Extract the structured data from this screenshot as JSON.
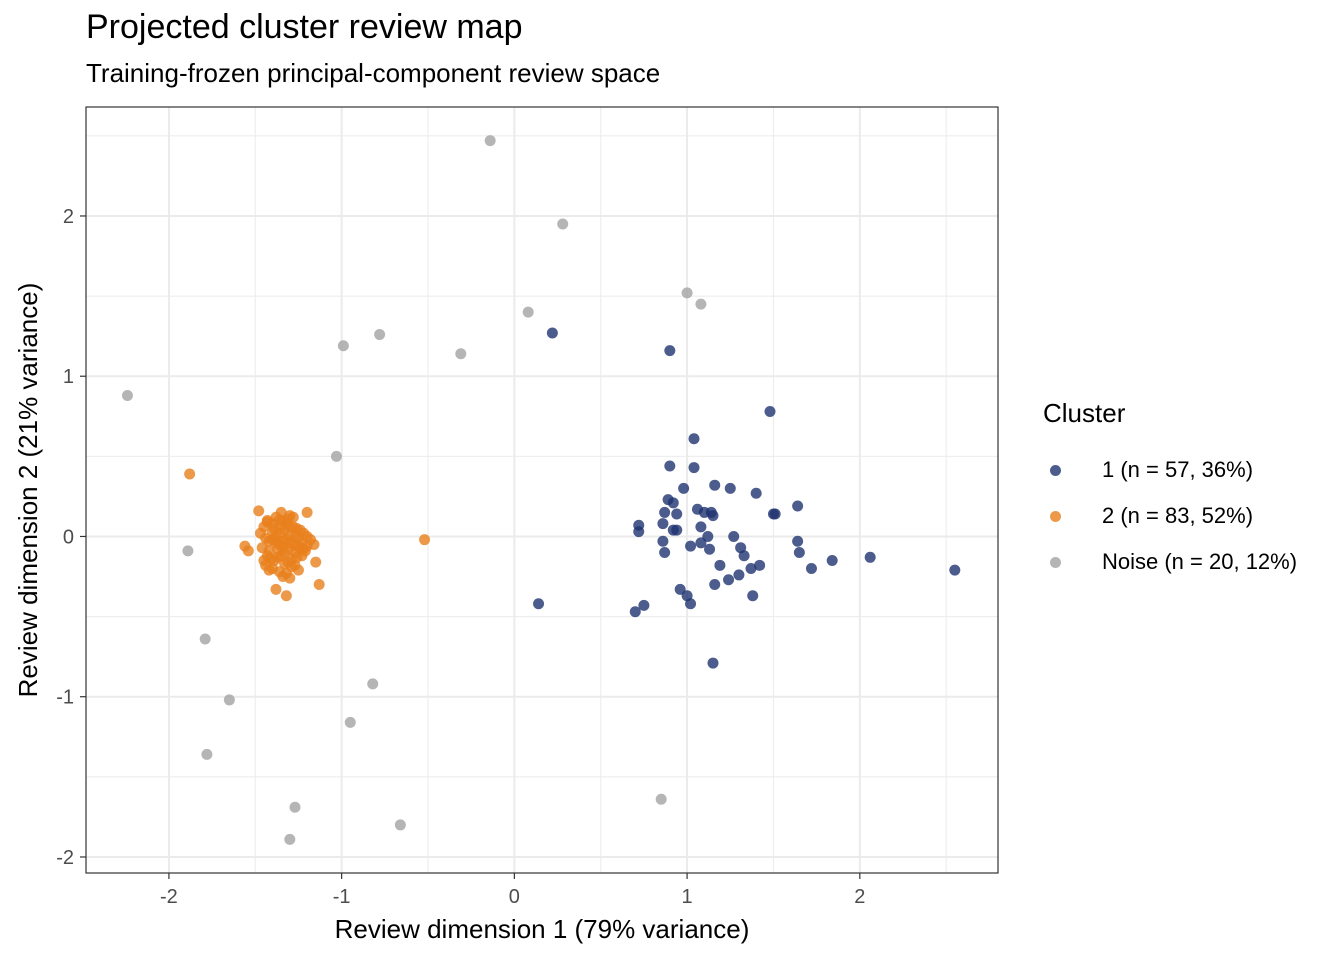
{
  "chart_data": {
    "type": "scatter",
    "title": "Projected cluster review map",
    "subtitle": "Training-frozen principal-component review space",
    "xlabel": "Review dimension 1 (79% variance)",
    "ylabel": "Review dimension 2 (21% variance)",
    "xlim": [
      -2.48,
      2.8
    ],
    "ylim": [
      -2.1,
      2.68
    ],
    "xticks": [
      -2,
      -1,
      0,
      1,
      2
    ],
    "yticks": [
      -2,
      -1,
      0,
      1,
      2
    ],
    "grid": true,
    "legend": {
      "title": "Cluster",
      "position": "right"
    },
    "series": [
      {
        "name": "1 (n = 57, 36%)",
        "color": "#1f3370",
        "points": [
          [
            0.22,
            1.27
          ],
          [
            0.9,
            1.16
          ],
          [
            1.48,
            0.78
          ],
          [
            1.04,
            0.61
          ],
          [
            0.9,
            0.44
          ],
          [
            1.04,
            0.43
          ],
          [
            0.98,
            0.3
          ],
          [
            1.16,
            0.32
          ],
          [
            1.25,
            0.3
          ],
          [
            1.4,
            0.27
          ],
          [
            0.89,
            0.23
          ],
          [
            0.92,
            0.21
          ],
          [
            0.87,
            0.15
          ],
          [
            0.94,
            0.14
          ],
          [
            1.06,
            0.17
          ],
          [
            1.1,
            0.15
          ],
          [
            1.14,
            0.15
          ],
          [
            1.15,
            0.13
          ],
          [
            1.5,
            0.14
          ],
          [
            1.51,
            0.14
          ],
          [
            1.64,
            0.19
          ],
          [
            0.72,
            0.07
          ],
          [
            0.72,
            0.03
          ],
          [
            0.86,
            0.08
          ],
          [
            0.92,
            0.04
          ],
          [
            0.94,
            0.04
          ],
          [
            1.08,
            0.06
          ],
          [
            1.12,
            0.0
          ],
          [
            1.27,
            0.0
          ],
          [
            0.86,
            -0.03
          ],
          [
            0.87,
            -0.1
          ],
          [
            1.02,
            -0.06
          ],
          [
            1.08,
            -0.04
          ],
          [
            1.13,
            -0.08
          ],
          [
            1.31,
            -0.07
          ],
          [
            1.64,
            -0.03
          ],
          [
            1.65,
            -0.1
          ],
          [
            1.33,
            -0.12
          ],
          [
            1.19,
            -0.18
          ],
          [
            1.37,
            -0.2
          ],
          [
            1.42,
            -0.18
          ],
          [
            1.72,
            -0.2
          ],
          [
            1.84,
            -0.15
          ],
          [
            2.06,
            -0.13
          ],
          [
            2.55,
            -0.21
          ],
          [
            1.3,
            -0.24
          ],
          [
            1.24,
            -0.27
          ],
          [
            1.16,
            -0.3
          ],
          [
            0.96,
            -0.33
          ],
          [
            1.0,
            -0.37
          ],
          [
            1.38,
            -0.37
          ],
          [
            1.02,
            -0.42
          ],
          [
            0.14,
            -0.42
          ],
          [
            0.75,
            -0.43
          ],
          [
            0.7,
            -0.47
          ],
          [
            1.15,
            -0.79
          ]
        ]
      },
      {
        "name": "2 (n = 83, 52%)",
        "color": "#e8801d",
        "points": [
          [
            -1.88,
            0.39
          ],
          [
            -0.52,
            -0.02
          ],
          [
            -1.2,
            0.15
          ],
          [
            -1.15,
            -0.16
          ],
          [
            -1.13,
            -0.3
          ],
          [
            -1.32,
            -0.37
          ],
          [
            -1.38,
            -0.33
          ],
          [
            -1.56,
            -0.06
          ],
          [
            -1.54,
            -0.09
          ],
          [
            -1.48,
            0.16
          ],
          [
            -1.35,
            0.15
          ],
          [
            -1.3,
            0.13
          ],
          [
            -1.45,
            0.06
          ],
          [
            -1.43,
            0.09
          ],
          [
            -1.4,
            0.08
          ],
          [
            -1.38,
            0.12
          ],
          [
            -1.36,
            0.1
          ],
          [
            -1.34,
            0.1
          ],
          [
            -1.32,
            0.08
          ],
          [
            -1.3,
            0.06
          ],
          [
            -1.28,
            0.06
          ],
          [
            -1.26,
            0.05
          ],
          [
            -1.24,
            0.04
          ],
          [
            -1.22,
            0.02
          ],
          [
            -1.2,
            0.0
          ],
          [
            -1.18,
            -0.02
          ],
          [
            -1.16,
            -0.05
          ],
          [
            -1.44,
            -0.01
          ],
          [
            -1.42,
            -0.03
          ],
          [
            -1.4,
            -0.02
          ],
          [
            -1.38,
            -0.04
          ],
          [
            -1.36,
            -0.05
          ],
          [
            -1.34,
            -0.03
          ],
          [
            -1.32,
            -0.02
          ],
          [
            -1.3,
            -0.04
          ],
          [
            -1.28,
            -0.05
          ],
          [
            -1.26,
            -0.06
          ],
          [
            -1.24,
            -0.07
          ],
          [
            -1.22,
            -0.08
          ],
          [
            -1.43,
            -0.12
          ],
          [
            -1.41,
            -0.14
          ],
          [
            -1.39,
            -0.15
          ],
          [
            -1.37,
            -0.13
          ],
          [
            -1.35,
            -0.12
          ],
          [
            -1.33,
            -0.1
          ],
          [
            -1.31,
            -0.16
          ],
          [
            -1.29,
            -0.19
          ],
          [
            -1.27,
            -0.18
          ],
          [
            -1.25,
            -0.21
          ],
          [
            -1.23,
            -0.12
          ],
          [
            -1.21,
            -0.09
          ],
          [
            -1.44,
            -0.18
          ],
          [
            -1.42,
            -0.21
          ],
          [
            -1.4,
            -0.2
          ],
          [
            -1.36,
            -0.22
          ],
          [
            -1.34,
            -0.25
          ],
          [
            -1.32,
            -0.23
          ],
          [
            -1.3,
            -0.26
          ],
          [
            -1.4,
            0.03
          ],
          [
            -1.36,
            0.02
          ],
          [
            -1.33,
            0.04
          ],
          [
            -1.3,
            0.01
          ],
          [
            -1.27,
            0.0
          ],
          [
            -1.25,
            -0.01
          ],
          [
            -1.38,
            0.0
          ],
          [
            -1.34,
            -0.07
          ],
          [
            -1.31,
            -0.08
          ],
          [
            -1.27,
            -0.1
          ],
          [
            -1.43,
            0.1
          ],
          [
            -1.39,
            0.05
          ],
          [
            -1.35,
            0.06
          ],
          [
            -1.31,
            0.11
          ],
          [
            -1.28,
            0.12
          ],
          [
            -1.46,
            -0.07
          ],
          [
            -1.42,
            -0.09
          ],
          [
            -1.37,
            -0.08
          ],
          [
            -1.33,
            -0.17
          ],
          [
            -1.29,
            -0.14
          ],
          [
            -1.26,
            -0.13
          ],
          [
            -1.23,
            -0.04
          ],
          [
            -1.2,
            -0.06
          ],
          [
            -1.47,
            0.02
          ],
          [
            -1.45,
            -0.15
          ]
        ]
      },
      {
        "name": "Noise (n = 20, 12%)",
        "color": "#a3a3a3",
        "points": [
          [
            -0.14,
            2.47
          ],
          [
            0.28,
            1.95
          ],
          [
            1.0,
            1.52
          ],
          [
            1.08,
            1.45
          ],
          [
            0.08,
            1.4
          ],
          [
            -0.78,
            1.26
          ],
          [
            -0.99,
            1.19
          ],
          [
            -0.31,
            1.14
          ],
          [
            -2.24,
            0.88
          ],
          [
            -1.03,
            0.5
          ],
          [
            -1.89,
            -0.09
          ],
          [
            -1.79,
            -0.64
          ],
          [
            -1.65,
            -1.02
          ],
          [
            -0.82,
            -0.92
          ],
          [
            -0.95,
            -1.16
          ],
          [
            -1.78,
            -1.36
          ],
          [
            -1.27,
            -1.69
          ],
          [
            -0.66,
            -1.8
          ],
          [
            -1.3,
            -1.89
          ],
          [
            0.85,
            -1.64
          ]
        ]
      }
    ]
  }
}
